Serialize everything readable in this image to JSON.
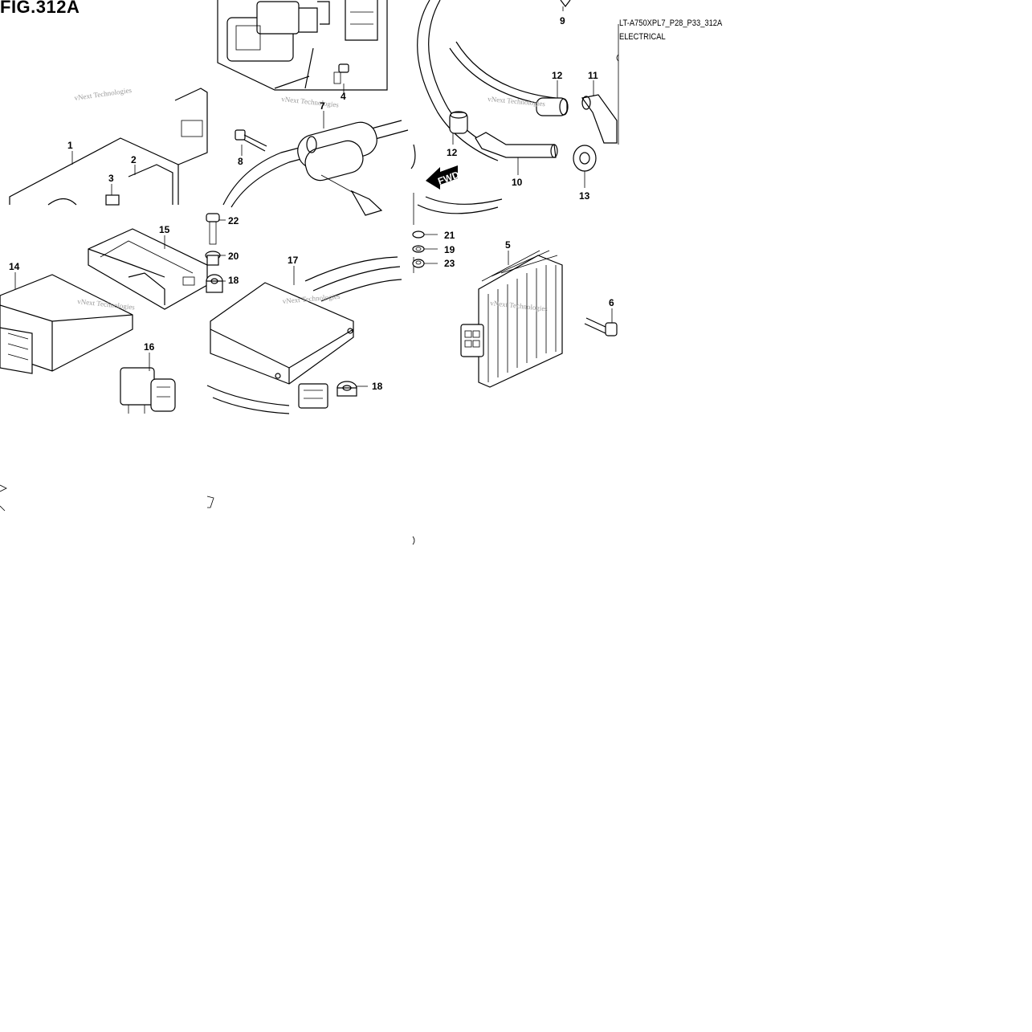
{
  "figure": {
    "title": "FIG.312A",
    "reference_code": "LT-A750XPL7_P28_P33_312A",
    "section": "ELECTRICAL"
  },
  "watermark": "vNext Technologies",
  "direction_marker": "FWD",
  "callouts": [
    "1",
    "2",
    "3",
    "4",
    "5",
    "6",
    "7",
    "8",
    "9",
    "10",
    "11",
    "12",
    "12",
    "13",
    "14",
    "15",
    "16",
    "17",
    "18",
    "18",
    "19",
    "20",
    "21",
    "22",
    "23"
  ]
}
